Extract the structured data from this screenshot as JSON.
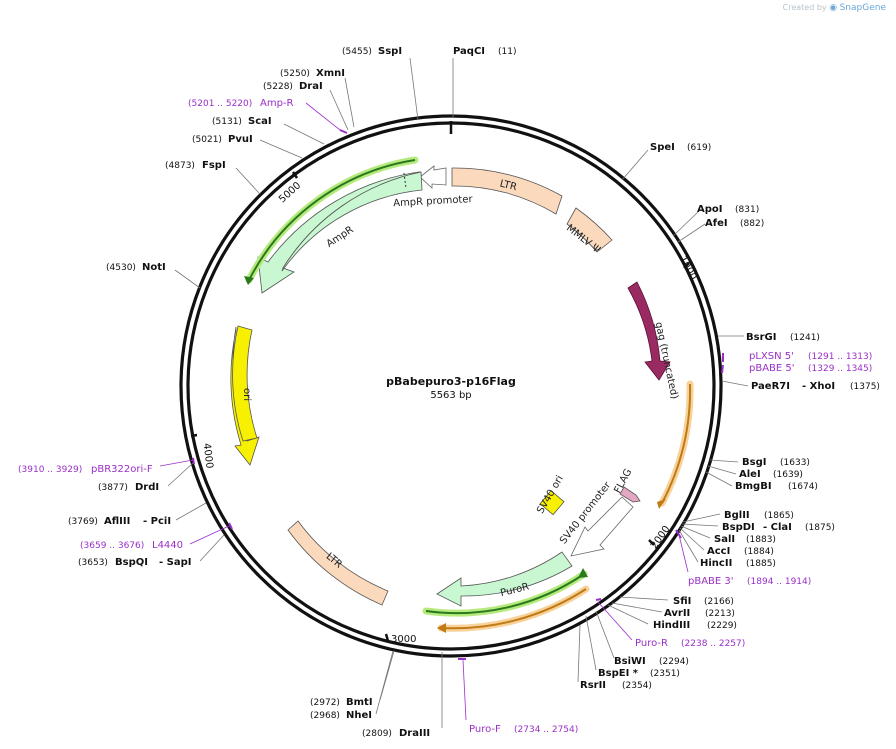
{
  "brand": {
    "prefix": "Created by",
    "logo": "SnapGene"
  },
  "plasmid": {
    "name": "pBabepuro3-p16Flag",
    "size_label": "5563 bp"
  },
  "ticks": [
    "1000",
    "2000",
    "3000",
    "4000",
    "5000"
  ],
  "features": {
    "ltr_top": "LTR",
    "mmlv": "MMLV Ψ",
    "gag": "gag (truncated)",
    "ampr": "AmpR",
    "ampr_promoter": "AmpR promoter",
    "ori": "ori",
    "ltr_bottom": "LTR",
    "puror": "PuroR",
    "sv40_ori": "SV40 ori",
    "sv40_promoter": "SV40 promoter",
    "flag": "FLAG"
  },
  "sites": {
    "sspi": {
      "name": "SspI",
      "pos": "(5455)"
    },
    "paqci": {
      "name": "PaqCI",
      "pos": "(11)"
    },
    "xmni": {
      "name": "XmnI",
      "pos": "(5250)"
    },
    "drai": {
      "name": "DraI",
      "pos": "(5228)"
    },
    "scai": {
      "name": "ScaI",
      "pos": "(5131)"
    },
    "pvui": {
      "name": "PvuI",
      "pos": "(5021)"
    },
    "fspi": {
      "name": "FspI",
      "pos": "(4873)"
    },
    "noti": {
      "name": "NotI",
      "pos": "(4530)"
    },
    "drdi": {
      "name": "DrdI",
      "pos": "(3877)"
    },
    "aflIII": {
      "name": "AflIII",
      "name2": "- PciI",
      "pos": "(3769)"
    },
    "bspqi": {
      "name": "BspQI",
      "name2": "- SapI",
      "pos": "(3653)"
    },
    "spei": {
      "name": "SpeI",
      "pos": "(619)"
    },
    "apoi": {
      "name": "ApoI",
      "pos": "(831)"
    },
    "afei": {
      "name": "AfeI",
      "pos": "(882)"
    },
    "bsrgi": {
      "name": "BsrGI",
      "pos": "(1241)"
    },
    "paer7i": {
      "name": "PaeR7I",
      "name2": "- XhoI",
      "pos": "(1375)"
    },
    "bsgi": {
      "name": "BsgI",
      "pos": "(1633)"
    },
    "alei": {
      "name": "AleI",
      "pos": "(1639)"
    },
    "bmgbi": {
      "name": "BmgBI",
      "pos": "(1674)"
    },
    "bglII": {
      "name": "BglII",
      "pos": "(1865)"
    },
    "bspdi": {
      "name": "BspDI",
      "name2": "- ClaI",
      "pos": "(1875)"
    },
    "sali": {
      "name": "SalI",
      "pos": "(1883)"
    },
    "acci": {
      "name": "AccI",
      "pos": "(1884)"
    },
    "hincII": {
      "name": "HincII",
      "pos": "(1885)"
    },
    "sfii": {
      "name": "SfiI",
      "pos": "(2166)"
    },
    "avrII": {
      "name": "AvrII",
      "pos": "(2213)"
    },
    "hindIII": {
      "name": "HindIII",
      "pos": "(2229)"
    },
    "bsiwi": {
      "name": "BsiWI",
      "pos": "(2294)"
    },
    "bspei": {
      "name": "BspEI *",
      "pos": "(2351)"
    },
    "rsrII": {
      "name": "RsrII",
      "pos": "(2354)"
    },
    "bmti": {
      "name": "BmtI",
      "pos": "(2972)"
    },
    "nhei": {
      "name": "NheI",
      "pos": "(2968)"
    },
    "draIII": {
      "name": "DraIII",
      "pos": "(2809)"
    }
  },
  "primers": {
    "ampr_r": {
      "name": "Amp-R",
      "range": "(5201 .. 5220)"
    },
    "pbr322": {
      "name": "pBR322ori-F",
      "range": "(3910 .. 3929)"
    },
    "l4440": {
      "name": "L4440",
      "range": "(3659 .. 3676)"
    },
    "plxsn5": {
      "name": "pLXSN 5'",
      "range": "(1291 .. 1313)"
    },
    "pbabe5": {
      "name": "pBABE 5'",
      "range": "(1329 .. 1345)"
    },
    "pbabe3": {
      "name": "pBABE 3'",
      "range": "(1894 .. 1914)"
    },
    "puro_r": {
      "name": "Puro-R",
      "range": "(2238 .. 2257)"
    },
    "puro_f": {
      "name": "Puro-F",
      "range": "(2734 .. 2754)"
    }
  },
  "colors": {
    "backbone": "#111111",
    "primer": "#9b2fc9",
    "ltr": "#fbd9bd",
    "ampr": "#c8f7d2",
    "gag": "#9a2a62",
    "ori": "#f7f000",
    "orange_feature": "#e3941f"
  }
}
